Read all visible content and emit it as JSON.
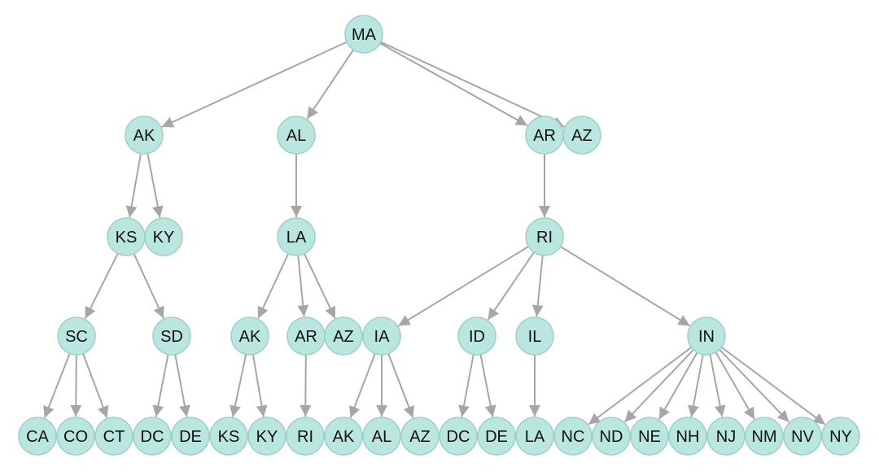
{
  "nodes": [
    {
      "id": "n0",
      "label": "MA"
    },
    {
      "id": "n1",
      "label": "AK"
    },
    {
      "id": "n2",
      "label": "AL"
    },
    {
      "id": "n3",
      "label": "AR"
    },
    {
      "id": "n4",
      "label": "AZ"
    },
    {
      "id": "n5",
      "label": "KS"
    },
    {
      "id": "n6",
      "label": "KY"
    },
    {
      "id": "n7",
      "label": "LA"
    },
    {
      "id": "n8",
      "label": "RI"
    },
    {
      "id": "n9",
      "label": "SC"
    },
    {
      "id": "n10",
      "label": "SD"
    },
    {
      "id": "n11",
      "label": "AK"
    },
    {
      "id": "n12",
      "label": "AR"
    },
    {
      "id": "n13",
      "label": "AZ"
    },
    {
      "id": "n14",
      "label": "IA"
    },
    {
      "id": "n15",
      "label": "ID"
    },
    {
      "id": "n16",
      "label": "IL"
    },
    {
      "id": "n17",
      "label": "IN"
    },
    {
      "id": "n18",
      "label": "CA"
    },
    {
      "id": "n19",
      "label": "CO"
    },
    {
      "id": "n20",
      "label": "CT"
    },
    {
      "id": "n21",
      "label": "DC"
    },
    {
      "id": "n22",
      "label": "DE"
    },
    {
      "id": "n23",
      "label": "KS"
    },
    {
      "id": "n24",
      "label": "KY"
    },
    {
      "id": "n25",
      "label": "RI"
    },
    {
      "id": "n26",
      "label": "AK"
    },
    {
      "id": "n27",
      "label": "AL"
    },
    {
      "id": "n28",
      "label": "AZ"
    },
    {
      "id": "n29",
      "label": "DC"
    },
    {
      "id": "n30",
      "label": "DE"
    },
    {
      "id": "n31",
      "label": "LA"
    },
    {
      "id": "n32",
      "label": "NC"
    },
    {
      "id": "n33",
      "label": "ND"
    },
    {
      "id": "n34",
      "label": "NE"
    },
    {
      "id": "n35",
      "label": "NH"
    },
    {
      "id": "n36",
      "label": "NJ"
    },
    {
      "id": "n37",
      "label": "NM"
    },
    {
      "id": "n38",
      "label": "NV"
    },
    {
      "id": "n39",
      "label": "NY"
    }
  ],
  "edges": [
    [
      "n0",
      "n1"
    ],
    [
      "n0",
      "n2"
    ],
    [
      "n0",
      "n3"
    ],
    [
      "n0",
      "n4"
    ],
    [
      "n1",
      "n5"
    ],
    [
      "n1",
      "n6"
    ],
    [
      "n2",
      "n7"
    ],
    [
      "n3",
      "n8"
    ],
    [
      "n5",
      "n9"
    ],
    [
      "n5",
      "n10"
    ],
    [
      "n7",
      "n11"
    ],
    [
      "n7",
      "n12"
    ],
    [
      "n7",
      "n13"
    ],
    [
      "n8",
      "n14"
    ],
    [
      "n8",
      "n15"
    ],
    [
      "n8",
      "n16"
    ],
    [
      "n8",
      "n17"
    ],
    [
      "n9",
      "n18"
    ],
    [
      "n9",
      "n19"
    ],
    [
      "n9",
      "n20"
    ],
    [
      "n10",
      "n21"
    ],
    [
      "n10",
      "n22"
    ],
    [
      "n11",
      "n23"
    ],
    [
      "n11",
      "n24"
    ],
    [
      "n12",
      "n25"
    ],
    [
      "n14",
      "n26"
    ],
    [
      "n14",
      "n27"
    ],
    [
      "n14",
      "n28"
    ],
    [
      "n15",
      "n29"
    ],
    [
      "n15",
      "n30"
    ],
    [
      "n16",
      "n31"
    ],
    [
      "n17",
      "n32"
    ],
    [
      "n17",
      "n33"
    ],
    [
      "n17",
      "n34"
    ],
    [
      "n17",
      "n35"
    ],
    [
      "n17",
      "n36"
    ],
    [
      "n17",
      "n37"
    ],
    [
      "n17",
      "n38"
    ],
    [
      "n17",
      "n39"
    ]
  ],
  "colors": {
    "node_fill": "#b9e6de",
    "node_stroke": "#9fcfc6",
    "edge": "#a6a6a6"
  }
}
